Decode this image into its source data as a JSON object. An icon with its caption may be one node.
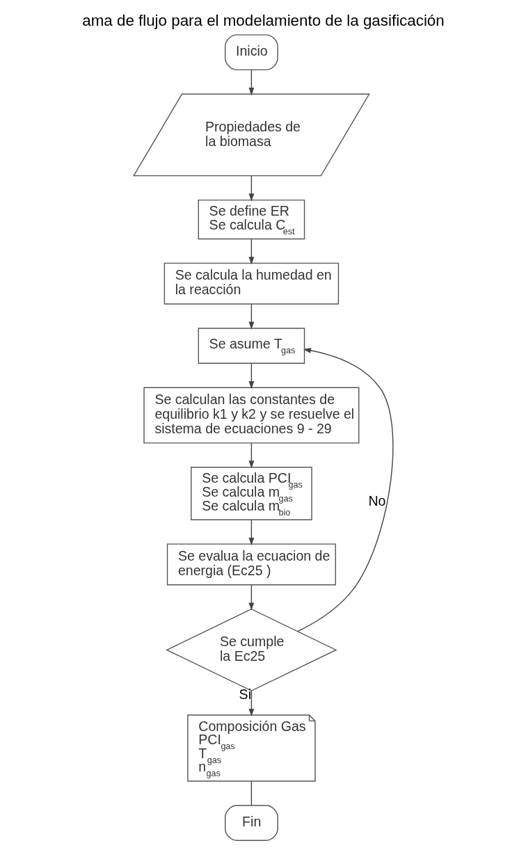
{
  "diagram": {
    "title": "ama de flujo para el modelamiento de la gasificación",
    "nodes": [
      {
        "text": [
          "Inicio"
        ]
      },
      {
        "text": [
          "Propiedades de la biomasa"
        ]
      },
      {
        "text": [
          "Se define ER",
          "Se calcula C$_{est}$"
        ]
      },
      {
        "text": [
          "Se calcula la humedad en la reacción"
        ]
      },
      {
        "text": [
          "Se asume T$_{gas}$"
        ]
      },
      {
        "text": [
          "Se calculan las constantes de equilibrio k1 y k2 y se resuelve el sistema de ecuaciones 9 - 29"
        ]
      },
      {
        "text": [
          "Se calcula PCI$_{gas}$",
          "Se calcula m$_{gas}$",
          "Se calcula m$_{bio}$"
        ]
      },
      {
        "text": [
          "Se evalua la ecuacion de energia (Ec25 )"
        ]
      },
      {
        "text": [
          "Se cumple la Ec25"
        ]
      },
      {
        "text": [
          "Composición Gas",
          "PCI$_{gas}$",
          "T$_{gas}$",
          "n$_{gas}$"
        ]
      },
      {
        "text": [
          "Fin"
        ]
      }
    ],
    "edges": [
      {
        "from": 0,
        "to": 1,
        "arrow": "to"
      },
      {
        "from": 1,
        "to": 2,
        "arrow": "to"
      },
      {
        "from": 2,
        "to": 3,
        "arrow": "to"
      },
      {
        "from": 3,
        "to": 4,
        "arrow": "to"
      },
      {
        "from": 4,
        "to": 5,
        "arrow": "to"
      },
      {
        "from": 5,
        "to": 6,
        "arrow": "to"
      },
      {
        "from": 6,
        "to": 7,
        "arrow": "to"
      },
      {
        "from": 7,
        "to": 8,
        "arrow": "to"
      },
      {
        "from": 8,
        "to": 4,
        "arrow": "to",
        "label": "No"
      },
      {
        "from": 8,
        "to": 9,
        "arrow": "to",
        "label": "Si"
      },
      {
        "from": 9,
        "to": 10,
        "arrow": "none"
      }
    ]
  }
}
